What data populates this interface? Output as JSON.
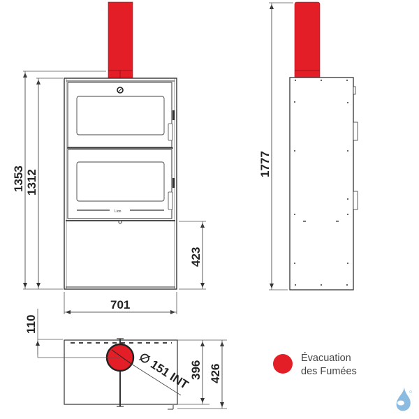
{
  "diagram": {
    "subject": "Stove technical dimensions",
    "colors": {
      "flue": "#e31e26",
      "line": "#333333",
      "dim_line": "#555555",
      "logo": "#8cbbe2"
    },
    "front_view": {
      "dimensions": {
        "total_height": "1353",
        "body_height": "1312",
        "base_height": "423",
        "width": "701"
      }
    },
    "side_view": {
      "dimensions": {
        "total_height_with_flue": "1777"
      }
    },
    "top_view": {
      "dimensions": {
        "flue_offset": "110",
        "depth_inner": "396",
        "depth_total": "426",
        "flue_diameter": "∅ 151 INT"
      }
    },
    "legend": {
      "items": [
        {
          "color": "#e31e26",
          "label_line1": "Évacuation",
          "label_line2": "des Fumées"
        }
      ]
    },
    "logo": {
      "icon": "water-drop-logo-icon"
    }
  }
}
